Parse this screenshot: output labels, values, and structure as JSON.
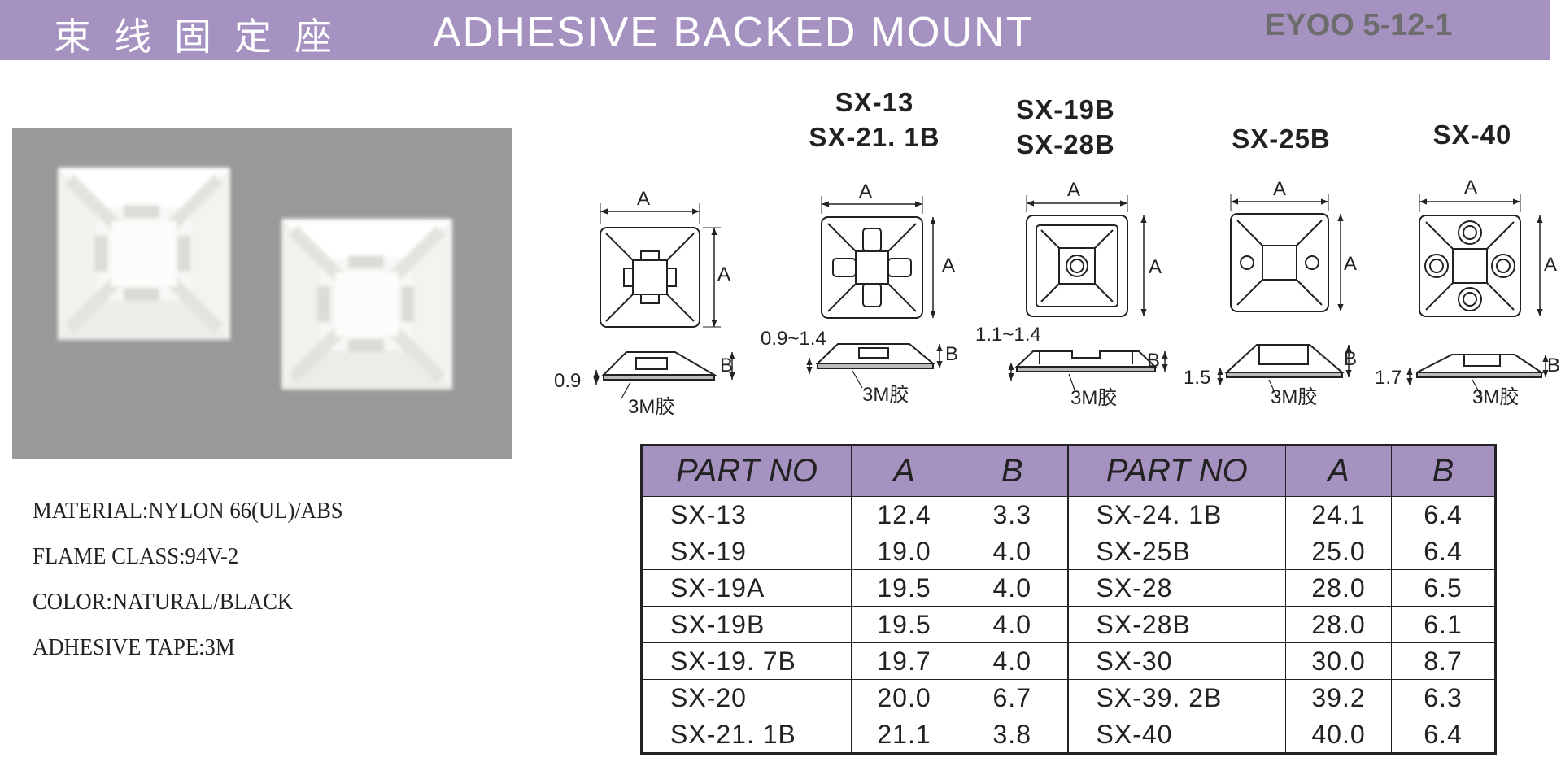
{
  "header": {
    "chinese_title": "束线固定座",
    "english_title": "ADHESIVE BACKED MOUNT",
    "code": "EYOO 5-12-1"
  },
  "specs": [
    "MATERIAL:NYLON 66(UL)/ABS",
    "FLAME CLASS:94V-2",
    "COLOR:NATURAL/BLACK",
    "ADHESIVE TAPE:3M"
  ],
  "drawings": [
    {
      "models": [],
      "dim_a": "A",
      "dim_b": "B",
      "thickness": "0.9",
      "tape": "3M胶"
    },
    {
      "models": [
        "SX-13",
        "SX-21. 1B"
      ],
      "dim_a": "A",
      "dim_b": "B",
      "thickness": "0.9~1.4",
      "tape": "3M胶"
    },
    {
      "models": [
        "SX-19B",
        "SX-28B"
      ],
      "dim_a": "A",
      "dim_b": "B",
      "thickness": "1.1~1.4",
      "tape": "3M胶"
    },
    {
      "models": [
        "SX-25B"
      ],
      "dim_a": "A",
      "dim_b": "B",
      "thickness": "1.5",
      "tape": "3M胶"
    },
    {
      "models": [
        "SX-40"
      ],
      "dim_a": "A",
      "dim_b": "B",
      "thickness": "1.7",
      "tape": "3M胶"
    }
  ],
  "table": {
    "headers": [
      "PART NO",
      "A",
      "B",
      "PART NO",
      "A",
      "B"
    ],
    "rows": [
      [
        "SX-13",
        "12.4",
        "3.3",
        "SX-24. 1B",
        "24.1",
        "6.4"
      ],
      [
        "SX-19",
        "19.0",
        "4.0",
        "SX-25B",
        "25.0",
        "6.4"
      ],
      [
        "SX-19A",
        "19.5",
        "4.0",
        "SX-28",
        "28.0",
        "6.5"
      ],
      [
        "SX-19B",
        "19.5",
        "4.0",
        "SX-28B",
        "28.0",
        "6.1"
      ],
      [
        "SX-19. 7B",
        "19.7",
        "4.0",
        "SX-30",
        "30.0",
        "8.7"
      ],
      [
        "SX-20",
        "20.0",
        "6.7",
        "SX-39. 2B",
        "39.2",
        "6.3"
      ],
      [
        "SX-21. 1B",
        "21.1",
        "3.8",
        "SX-40",
        "40.0",
        "6.4"
      ]
    ]
  },
  "colors": {
    "banner": "#a592c0",
    "photo_background": "#999999",
    "part_color": "#fbfbf8"
  }
}
